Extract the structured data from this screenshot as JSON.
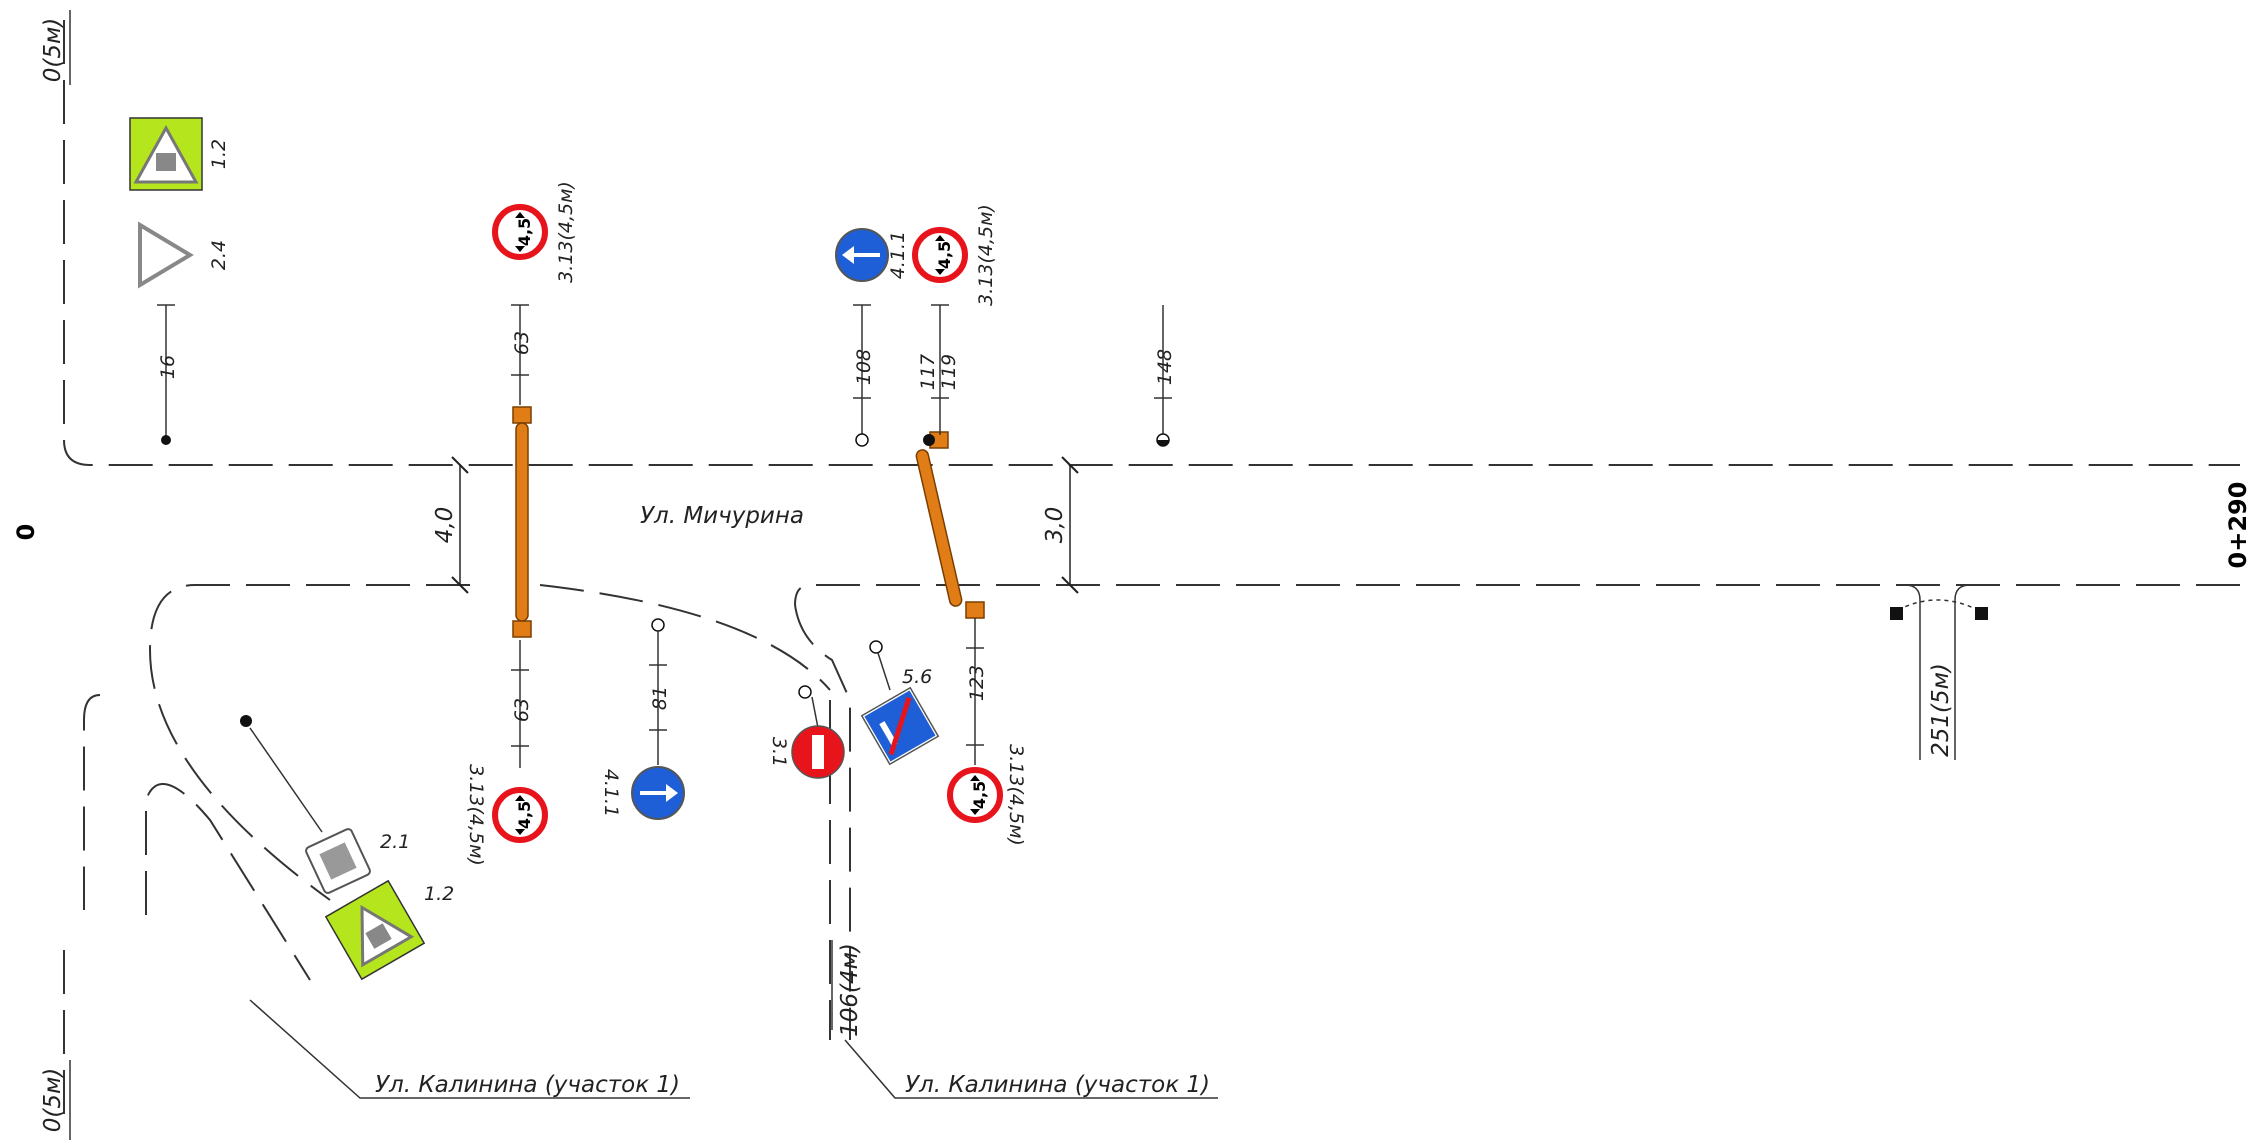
{
  "header": {
    "start_chainage": "0",
    "end_chainage": "0+290"
  },
  "road": {
    "main_street": "Ул. Мичурина",
    "cross_street_left": "Ул. Калинина (участок 1)",
    "cross_street_right": "Ул. Калинина (участок 1)"
  },
  "dimensions": {
    "width_left": "4,0",
    "width_right": "3,0",
    "top_left_offset": "0(5м)",
    "bottom_left_offset": "0(5м)",
    "cross_offset_mid": "106(4м)",
    "cross_offset_right": "251(5м)"
  },
  "distances": {
    "d16": "16",
    "d63_top": "63",
    "d63_bottom": "63",
    "d108": "108",
    "d117": "117",
    "d119": "119",
    "d148": "148",
    "d81": "81",
    "d123": "123"
  },
  "signs": {
    "s12_top": "1.2",
    "s24": "2.4",
    "s313_top_left": "3.13(4,5м)",
    "s411_top": "4.1.1",
    "s313_top_right": "3.13(4,5м)",
    "s313_bottom_left": "3.13(4,5м)",
    "s411_bottom": "4.1.1",
    "s31": "3.1",
    "s56": "5.6",
    "s313_bottom_right": "3.13(4,5м)",
    "s21": "2.1",
    "s12_bottom": "1.2",
    "height_limit_value": "4,5",
    "height_limit_unit": "м"
  },
  "colors": {
    "gate_orange": "#e07d16",
    "sign_green": "#b5e61d",
    "sign_blue": "#1e5fd8",
    "sign_red": "#e8141c"
  }
}
